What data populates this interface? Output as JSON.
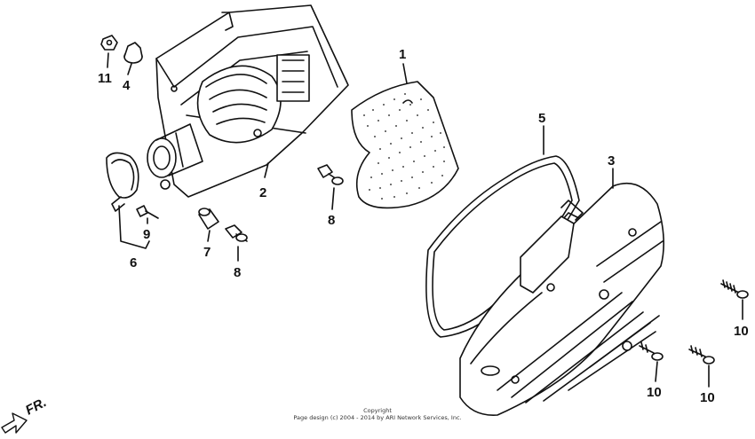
{
  "direction_label": "FR.",
  "callouts": {
    "c1": "1",
    "c2": "2",
    "c3": "3",
    "c4": "4",
    "c5": "5",
    "c6": "6",
    "c7": "7",
    "c8a": "8",
    "c8b": "8",
    "c9": "9",
    "c10a": "10",
    "c10b": "10",
    "c10c": "10",
    "c11": "11"
  },
  "copyright": {
    "line1": "Copyright",
    "line2": "Page design (c) 2004 - 2014 by ARI Network Services, Inc."
  }
}
